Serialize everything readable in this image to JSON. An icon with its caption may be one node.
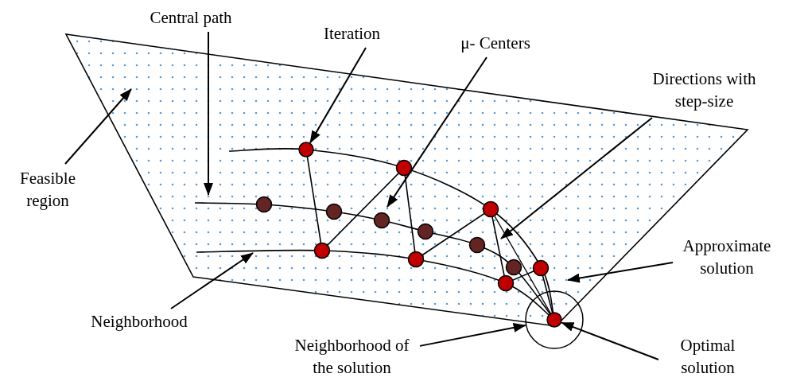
{
  "diagram": {
    "nodes": [
      {
        "text": [],
        "shape": "polygon"
      },
      {
        "text": [
          "Central path"
        ]
      },
      {
        "text": [
          "Iteration"
        ]
      },
      {
        "text": [
          "μ- Centers"
        ]
      },
      {
        "text": [
          "Directions with step-size"
        ]
      },
      {
        "text": [
          "Feasible region"
        ]
      },
      {
        "text": [
          "Approximate solution"
        ]
      },
      {
        "text": [
          "Neighborhood"
        ]
      },
      {
        "text": [
          "Neighborhood of the solution"
        ]
      },
      {
        "text": [
          "Optimal solution"
        ]
      },
      {
        "text": [],
        "shape": "circle",
        "in": 0
      },
      {
        "text": [],
        "shape": "circle"
      },
      {
        "text": [],
        "shape": "circle"
      }
    ],
    "edges": [
      {
        "from": 1,
        "to": 0,
        "arrow": "to"
      },
      {
        "from": 5,
        "to": 0,
        "arrow": "to"
      },
      {
        "from": 2,
        "to": 10,
        "arrow": "to"
      },
      {
        "from": 3,
        "to": 0,
        "arrow": "to"
      },
      {
        "from": 4,
        "to": 0,
        "arrow": "to"
      },
      {
        "from": 6,
        "to": 0,
        "arrow": "to"
      },
      {
        "from": 7,
        "to": 0,
        "arrow": "to"
      },
      {
        "from": 8,
        "to": 11,
        "arrow": "to"
      },
      {
        "from": 9,
        "to": 12,
        "arrow": "to"
      }
    ]
  }
}
